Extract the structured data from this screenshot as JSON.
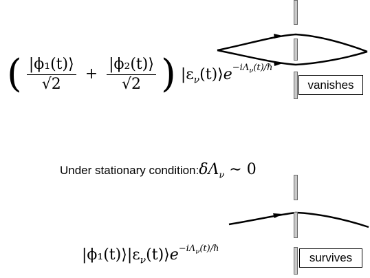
{
  "labels": {
    "vanishes": "vanishes",
    "survives": "survives",
    "stationary_text": "Under stationary condition:"
  },
  "math": {
    "top_phi1": "|ϕ₁(t)⟩",
    "top_phi2": "|ϕ₂(t)⟩",
    "sqrt2": "√2",
    "plus": "+",
    "eps_ket": "|ε",
    "nu": "ν",
    "t_close": "(t)⟩",
    "exp_e": "e",
    "exp_sup": "−iΛ",
    "exp_sup_tail": "(t)/ℏ",
    "delta_lambda": "δΛ",
    "sim_zero": " ∼ 0",
    "bottom_phi1": "|ϕ₁(t)⟩"
  }
}
